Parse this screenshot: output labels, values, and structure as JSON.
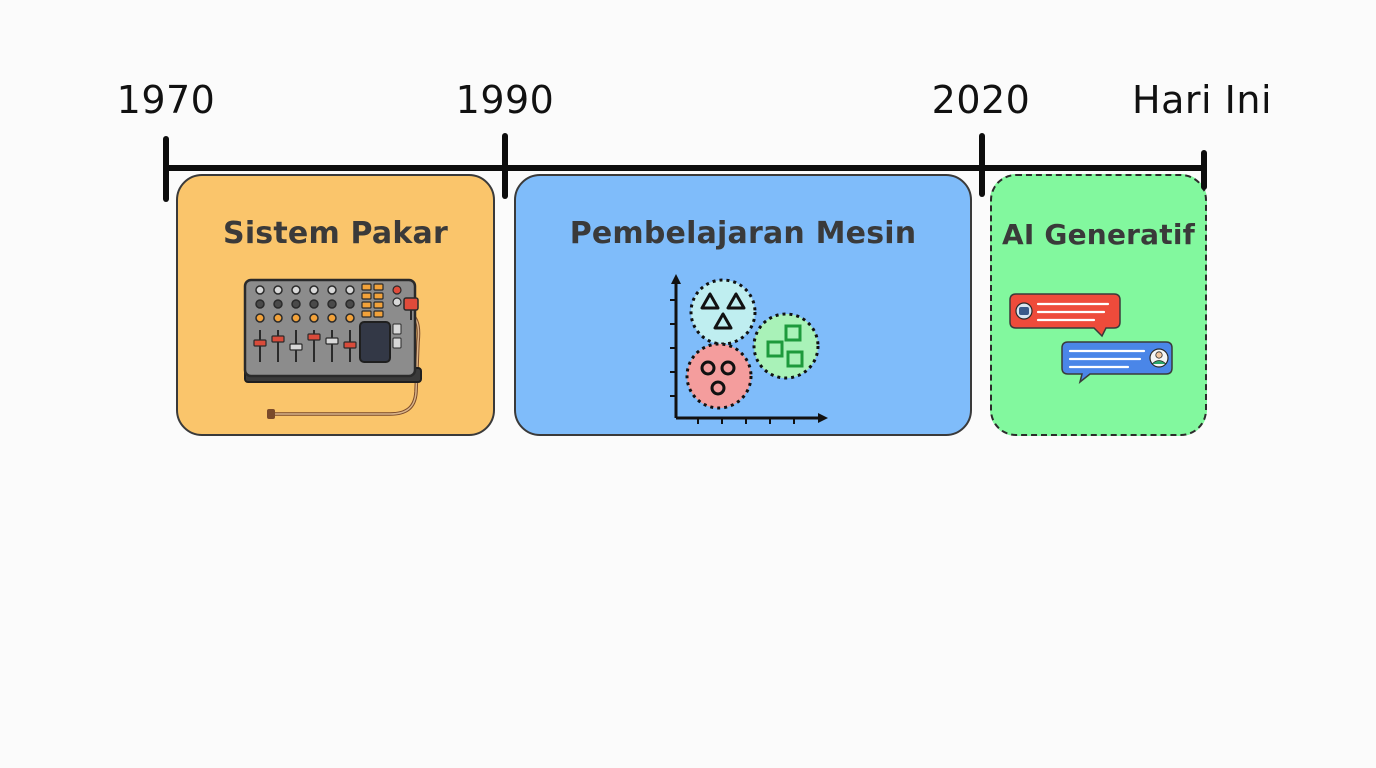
{
  "timeline": {
    "ticks": [
      "1970",
      "1990",
      "2020",
      "Hari Ini"
    ]
  },
  "eras": [
    {
      "title": "Sistem Pakar",
      "color": "#fac56b",
      "icon": "control-panel-icon"
    },
    {
      "title": "Pembelajaran Mesin",
      "color": "#7fbcfa",
      "icon": "scatter-clusters-icon"
    },
    {
      "title": "AI Generatif",
      "color": "#82f89e",
      "icon": "chat-bubbles-icon"
    }
  ]
}
